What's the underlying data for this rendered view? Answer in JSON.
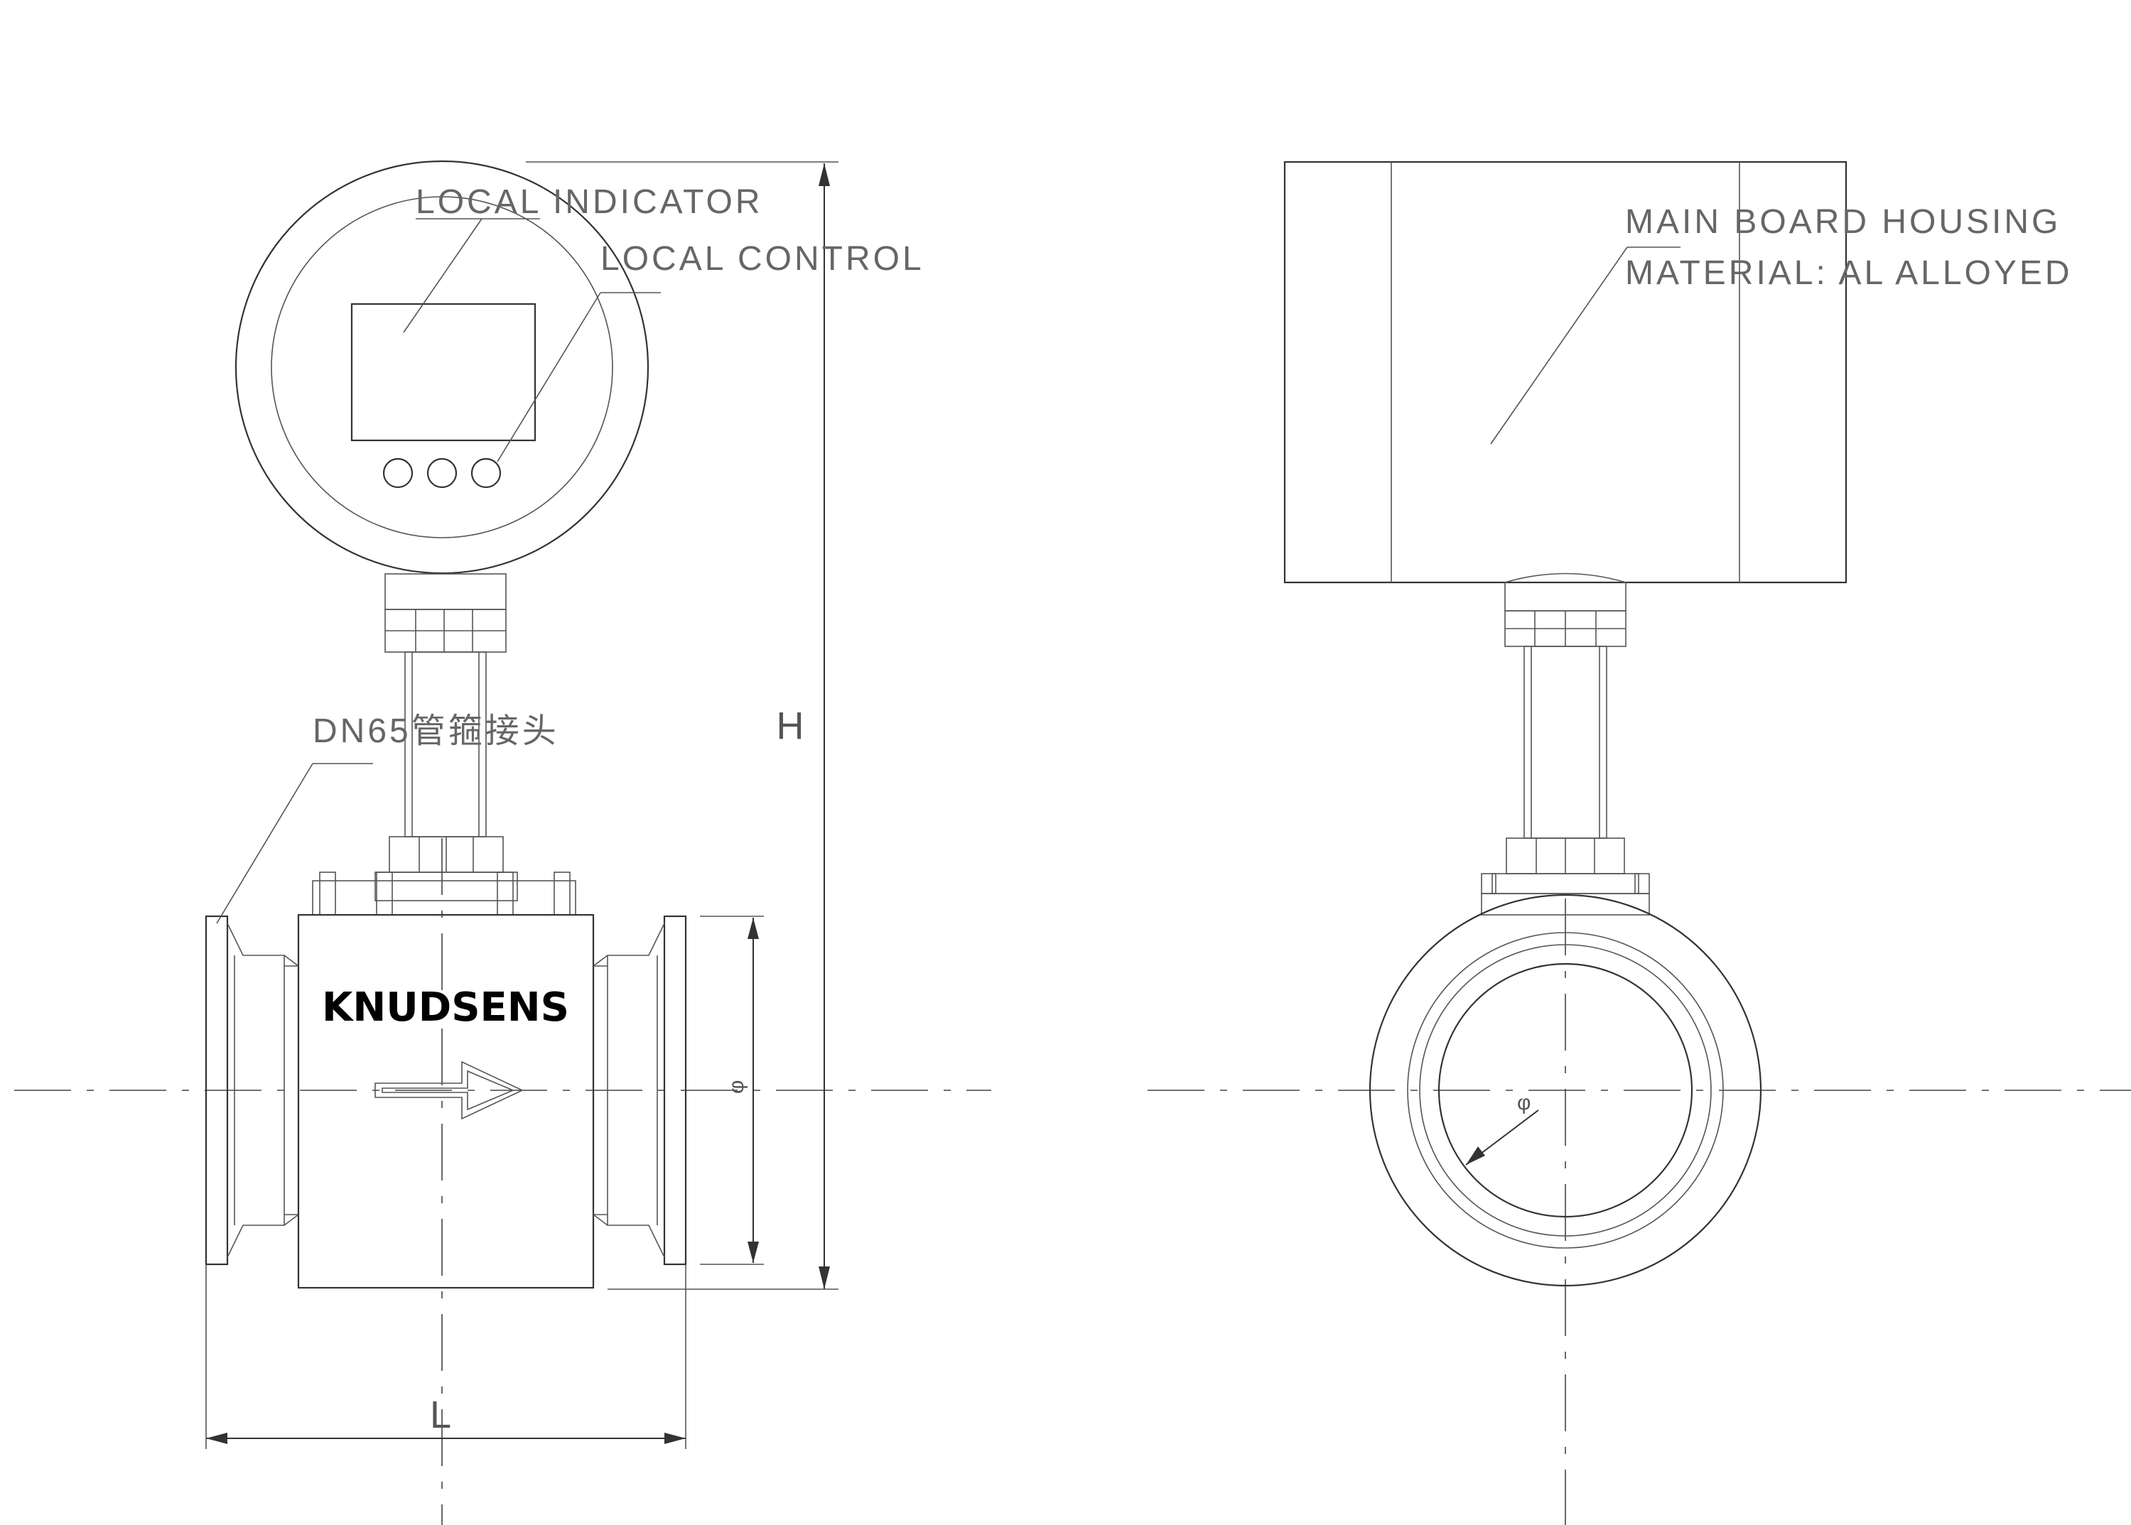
{
  "labels": {
    "local_indicator": "LOCAL INDICATOR",
    "local_control": "LOCAL CONTROL",
    "main_board_housing": "MAIN BOARD HOUSING",
    "material": "MATERIAL: AL ALLOYED",
    "connection": "DN65管箍接头",
    "brand": "KNUDSENS"
  },
  "dimensions": {
    "height": "H",
    "length": "L",
    "diameter_side": "φ",
    "diameter_front": "φ"
  }
}
